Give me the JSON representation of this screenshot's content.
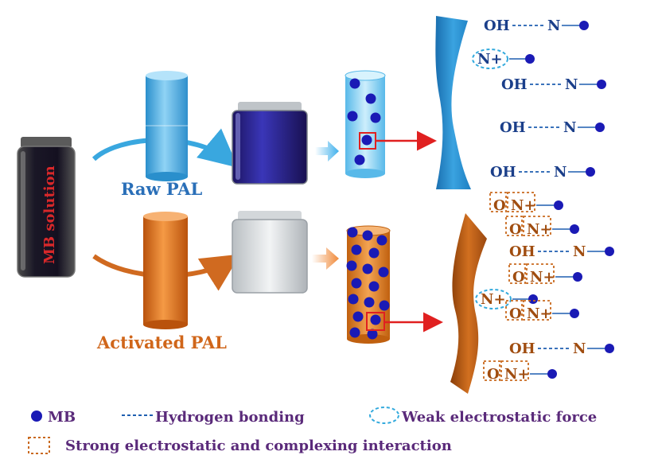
{
  "labels": {
    "mb_solution": "MB solution",
    "raw_pal": "Raw PAL",
    "activated_pal": "Activated PAL"
  },
  "raw_groups": [
    {
      "left": "OH",
      "link": "hbond",
      "right": "N"
    },
    {
      "left": "N+",
      "link": "weak",
      "right": ""
    },
    {
      "left": "OH",
      "link": "hbond",
      "right": "N"
    },
    {
      "left": "OH",
      "link": "hbond",
      "right": "N"
    },
    {
      "left": "OH",
      "link": "hbond",
      "right": "N"
    }
  ],
  "activated_groups": [
    {
      "left": "O",
      "link": "strong",
      "right": "N+"
    },
    {
      "left": "O",
      "link": "strong",
      "right": "N+"
    },
    {
      "left": "OH",
      "link": "hbond",
      "right": "N"
    },
    {
      "left": "O",
      "link": "strong",
      "right": "N+"
    },
    {
      "left": "N+",
      "link": "weak",
      "right": ""
    },
    {
      "left": "O",
      "link": "strong",
      "right": "N+"
    },
    {
      "left": "OH",
      "link": "hbond",
      "right": "N"
    },
    {
      "left": "O",
      "link": "strong",
      "right": "N+"
    }
  ],
  "legend": {
    "mb": "MB",
    "hbond": "Hydrogen bonding",
    "weak": "Weak electrostatic force",
    "strong": "Strong electrostatic and complexing interaction"
  },
  "colors": {
    "mb_dot": "#1a1ab5",
    "raw_blue": "#2a8fd0",
    "orange": "#d0661a",
    "bond_line": "#1f5fb0",
    "legend_text": "#5a2a7a"
  }
}
